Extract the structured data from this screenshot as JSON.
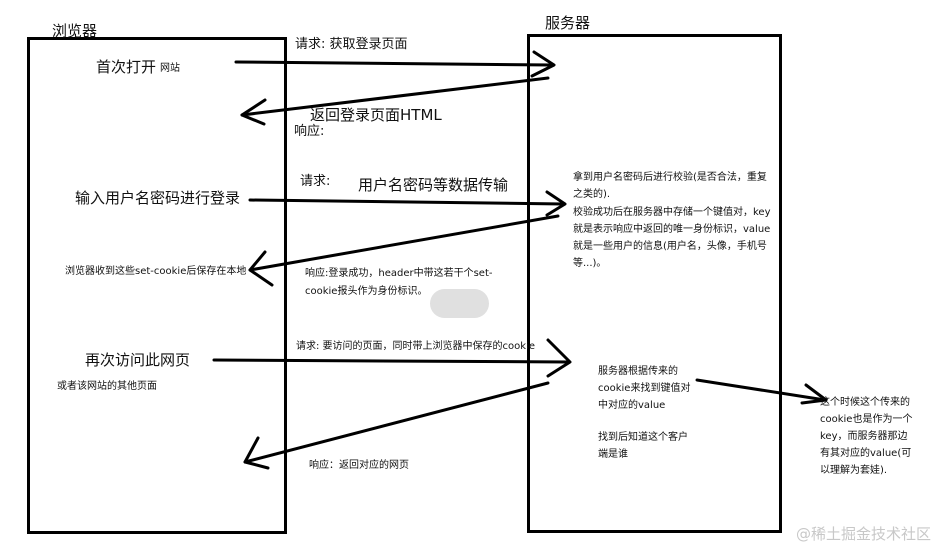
{
  "labels": {
    "browser": "浏览器",
    "server": "服务器"
  },
  "left": {
    "first_open": "首次打开",
    "first_open_suffix": "网站",
    "login_input": "输入用户名密码进行登录",
    "save_cookie": "浏览器收到这些set-cookie后保存在本地",
    "revisit": "再次访问此网页",
    "other_pages": "或者该网站的其他页面"
  },
  "middle": {
    "req_login_page": "请求: 获取登录页面",
    "return_login_html": "返回登录页面HTML",
    "resp_label": "响应:",
    "req_label": "请求:",
    "credential_transfer": "用户名密码等数据传输",
    "login_resp_line1": "响应:登录成功，header中带这若干个set-",
    "login_resp_line2": "cookie报头作为身份标识。",
    "revisit_req": "请求: 要访问的页面，同时带上浏览器中保存的cookie",
    "return_page": "响应：返回对应的网页"
  },
  "server": {
    "verify_line1": "拿到用户名密码后进行校验(是否合法，重复",
    "verify_line2": "之类的).",
    "verify_line3": "校验成功后在服务器中存储一个键值对，key",
    "verify_line4": "就是表示响应中返回的唯一身份标识，value",
    "verify_line5": "就是一些用户的信息(用户名，头像，手机号",
    "verify_line6": "等...)。",
    "lookup_line1": "服务器根据传来的",
    "lookup_line2": "cookie来找到键值对",
    "lookup_line3": "中对应的value",
    "found_line1": "找到后知道这个客户",
    "found_line2": "端是谁"
  },
  "note": {
    "line1": "这个时候这个传来的",
    "line2": "cookie也是作为一个",
    "line3": "key，而服务器那边",
    "line4": "有其对应的value(可",
    "line5": "以理解为套娃)."
  },
  "watermark": "@稀土掘金技术社区"
}
